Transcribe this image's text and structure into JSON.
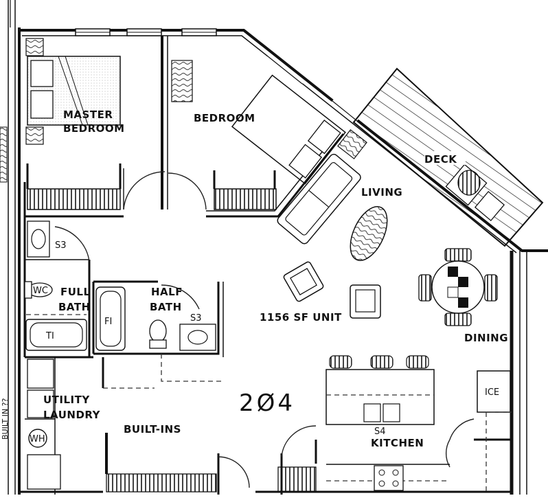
{
  "rooms": {
    "master_line1": "MASTER",
    "master_line2": "BEDROOM",
    "bedroom": "BEDROOM",
    "living": "LIVING",
    "deck": "DECK",
    "dining": "DINING",
    "kitchen": "KITCHEN",
    "full_bath_line1": "FULL",
    "full_bath_line2": "BATH",
    "half_bath_line1": "HALF",
    "half_bath_line2": "BATH",
    "utility_line1": "UTILITY",
    "utility_line2": "LAUNDRY",
    "built_ins": "BUILT-INS"
  },
  "unit": {
    "area": "1156 SF UNIT",
    "number": "2Ø4"
  },
  "fixtures": {
    "sink_s3_a": "S3",
    "sink_s3_b": "S3",
    "sink_s4": "S4",
    "tub": "TI",
    "shower": "FI",
    "wc": "WC",
    "water_heater": "WH",
    "ice": "ICE"
  },
  "side_note": "BUILT IN ??",
  "colors": {
    "line": "#111111",
    "background": "#ffffff"
  }
}
